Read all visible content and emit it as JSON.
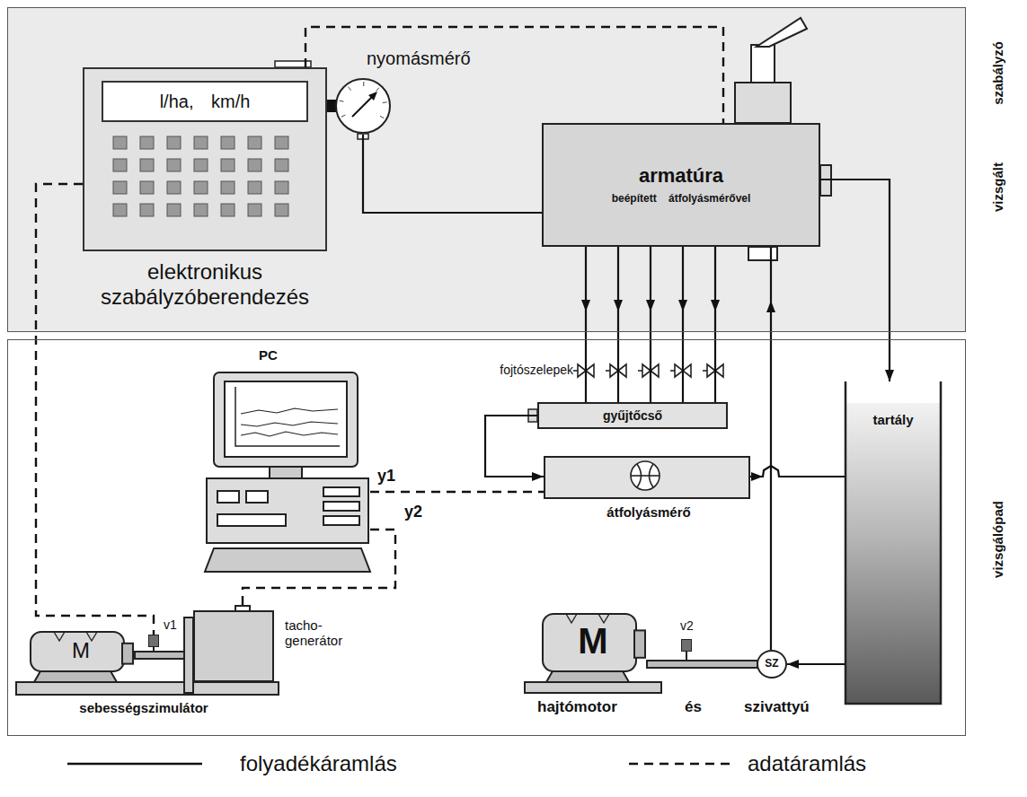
{
  "diagram": {
    "nodes": [
      {
        "text": [
          "vizsgált szabályzó"
        ]
      },
      {
        "text": [
          "vizsgálópad"
        ]
      },
      {
        "text": [
          "elektronikus szabályzóberendezés"
        ],
        "in": 0
      },
      {
        "text": [
          "l/ha, km/h"
        ],
        "in": 2
      },
      {
        "text": [
          "nyomásmérő"
        ],
        "in": 0
      },
      {
        "text": [
          "armatúra",
          "beépített átfolyásmérővel"
        ],
        "in": 0
      },
      {
        "text": [
          "PC"
        ],
        "in": 1
      },
      {
        "text": [
          "gyűjtőcső"
        ],
        "in": 1
      },
      {
        "text": [
          "átfolyásmérő"
        ],
        "in": 1
      },
      {
        "text": [
          "tartály"
        ],
        "in": 1
      },
      {
        "text": [
          "M"
        ],
        "in": 1
      },
      {
        "text": [
          "v1"
        ],
        "in": 1
      },
      {
        "text": [
          "tacho- generátor"
        ],
        "in": 1
      },
      {
        "text": [
          "M"
        ],
        "in": 1
      },
      {
        "text": [
          "v2"
        ],
        "in": 1
      },
      {
        "text": [
          "SZ"
        ],
        "in": 1
      }
    ],
    "edges": [
      {
        "from": 2,
        "to": 5,
        "arrow": "none"
      },
      {
        "from": 4,
        "to": 5,
        "arrow": "none"
      },
      {
        "from": 5,
        "to": 7,
        "arrow": "to"
      },
      {
        "from": 5,
        "to": 7,
        "arrow": "to"
      },
      {
        "from": 5,
        "to": 7,
        "arrow": "to"
      },
      {
        "from": 5,
        "to": 7,
        "arrow": "to"
      },
      {
        "from": 5,
        "to": 7,
        "arrow": "to"
      },
      {
        "from": 7,
        "to": 8,
        "arrow": "to"
      },
      {
        "from": 8,
        "to": 9,
        "arrow": "to"
      },
      {
        "from": 9,
        "to": 15,
        "arrow": "to"
      },
      {
        "from": 15,
        "to": 5,
        "arrow": "to"
      },
      {
        "from": 5,
        "to": 9,
        "arrow": "to"
      },
      {
        "from": 6,
        "to": 8,
        "arrow": "none"
      },
      {
        "from": 6,
        "to": 12,
        "arrow": "none"
      },
      {
        "from": 2,
        "to": 11,
        "arrow": "none"
      }
    ],
    "labels": [
      "fojtószelepek",
      "y1",
      "y2",
      "sebességszimulátor",
      "hajtómotor",
      "és",
      "szivattyú"
    ],
    "legend": [
      {
        "text": "folyadékáramlás"
      },
      {
        "text": "adatáramlás"
      }
    ]
  }
}
